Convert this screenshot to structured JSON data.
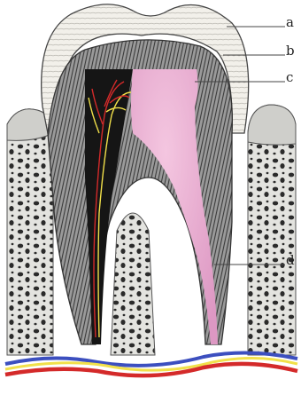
{
  "labels": {
    "a": "a",
    "b": "b",
    "c": "c",
    "d": "d"
  },
  "colors": {
    "enamel": "#f1efe9",
    "dentin": "#8e8e8e",
    "pulp": "#e7aed0",
    "nerve_pulp": "#151515",
    "bone": "#d3d3d0",
    "bone_pores": "#2b2b2b",
    "artery": "#d42a2a",
    "vein": "#3c4fbf",
    "nerve": "#f1e04a"
  }
}
